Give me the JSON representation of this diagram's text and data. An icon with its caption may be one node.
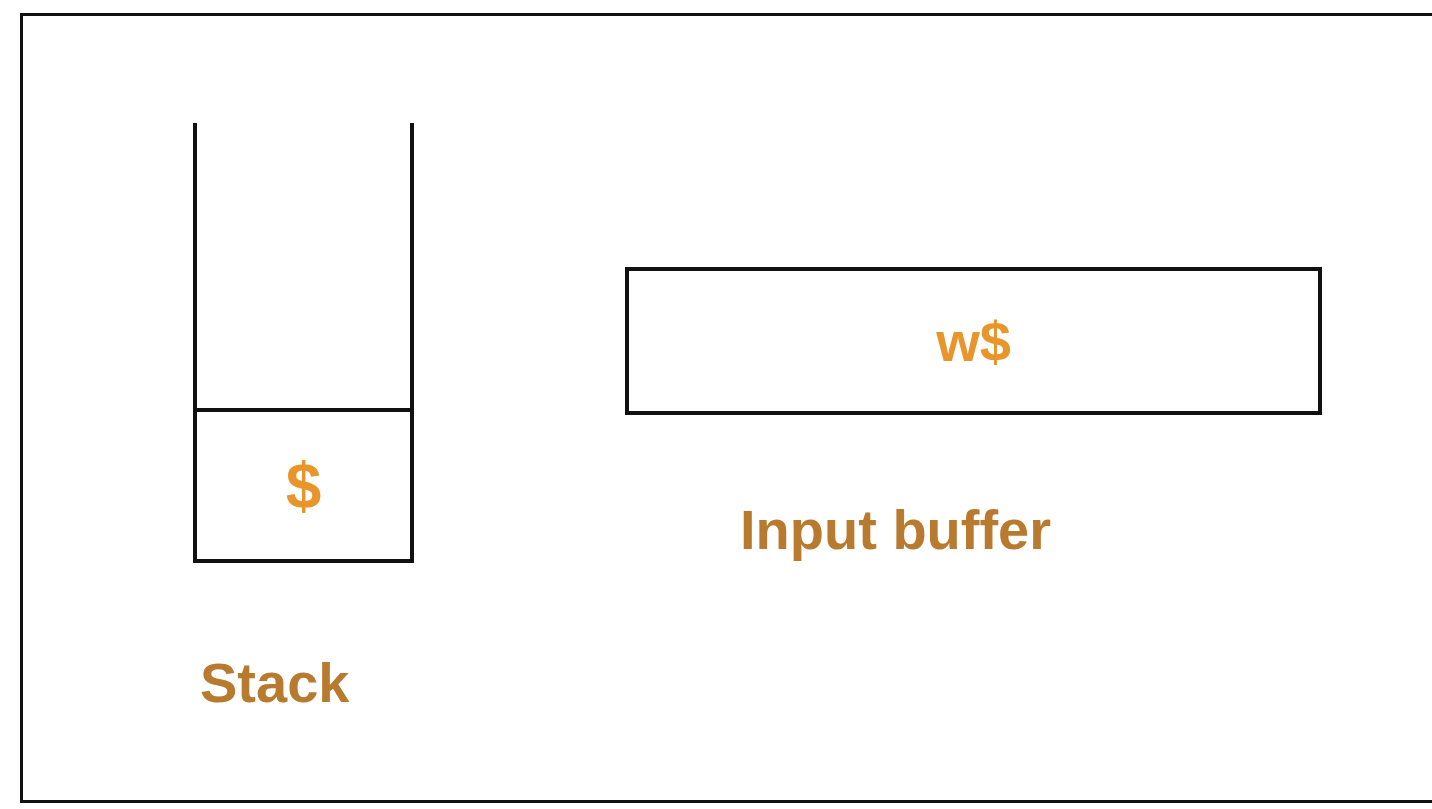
{
  "diagram": {
    "nodes": [
      {
        "text": [
          "Stack"
        ]
      },
      {
        "text": [
          "$"
        ],
        "in": 0
      },
      {
        "text": [
          "w$",
          "Input buffer"
        ]
      }
    ]
  }
}
